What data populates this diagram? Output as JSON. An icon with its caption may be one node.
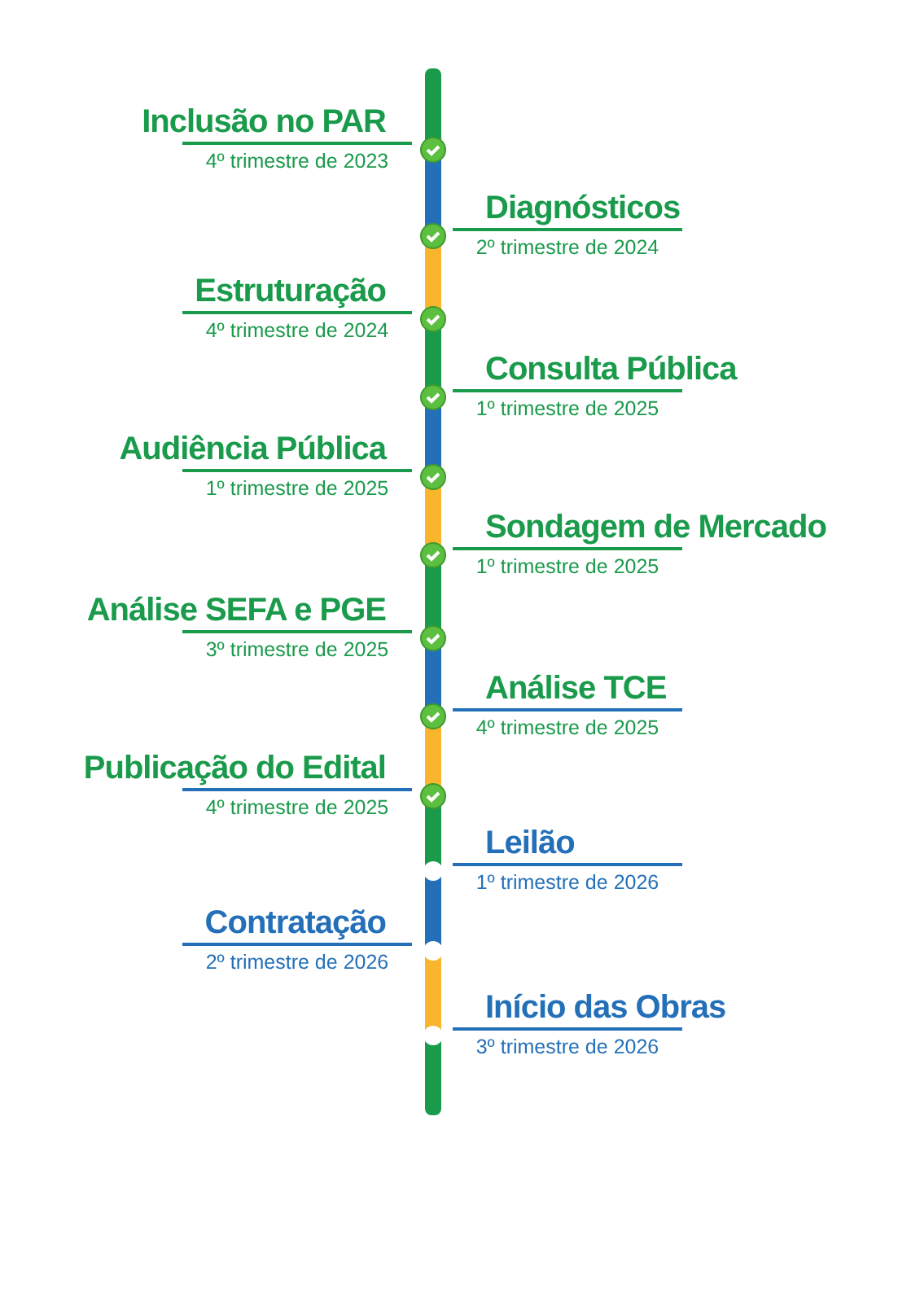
{
  "diagram": {
    "nodes": [
      {
        "text": [
          "Inclusão no PAR",
          "4º trimestre de 2023"
        ]
      },
      {
        "text": [
          "Diagnósticos",
          "2º trimestre de 2024"
        ]
      },
      {
        "text": [
          "Estruturação",
          "4º trimestre de 2024"
        ]
      },
      {
        "text": [
          "Consulta Pública",
          "1º trimestre de 2025"
        ]
      },
      {
        "text": [
          "Audiência Pública",
          "1º trimestre de 2025"
        ]
      },
      {
        "text": [
          "Sondagem de Mercado",
          "1º trimestre de 2025"
        ]
      },
      {
        "text": [
          "Análise SEFA e PGE",
          "3º trimestre de 2025"
        ]
      },
      {
        "text": [
          "Análise TCE",
          "4º trimestre de 2025"
        ]
      },
      {
        "text": [
          "Publicação do Edital",
          "4º trimestre de 2025"
        ]
      },
      {
        "text": [
          "Leilão",
          "1º trimestre de 2026"
        ]
      },
      {
        "text": [
          "Contratação",
          "2º trimestre de 2026"
        ]
      },
      {
        "text": [
          "Início das Obras",
          "3º trimestre de 2026"
        ]
      }
    ]
  }
}
